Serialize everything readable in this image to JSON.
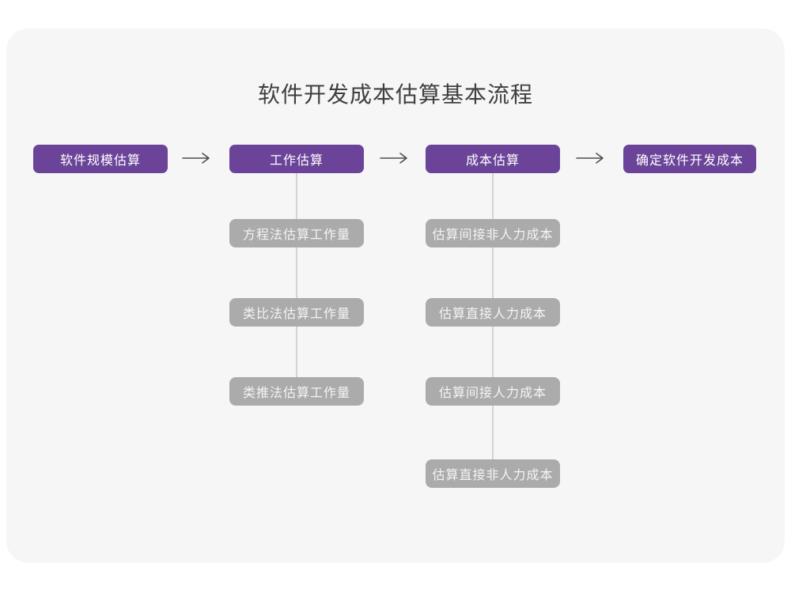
{
  "page": {
    "title": "软件开发成本估算基本流程"
  },
  "colors": {
    "page_background": "#ffffff",
    "card_background": "#f6f6f6",
    "primary_box": "#6b4499",
    "secondary_box": "#ababab",
    "connector_line": "#d4d4d4",
    "arrow": "#4d4d4d",
    "title_text": "#3f3f3f",
    "box_text": "#ffffff"
  },
  "flow": {
    "main_steps": [
      {
        "label": "软件规模估算"
      },
      {
        "label": "工作估算"
      },
      {
        "label": "成本估算"
      },
      {
        "label": "确定软件开发成本"
      }
    ],
    "work_estimation_methods": [
      {
        "label": "方程法估算工作量"
      },
      {
        "label": "类比法估算工作量"
      },
      {
        "label": "类推法估算工作量"
      }
    ],
    "cost_estimation_methods": [
      {
        "label": "估算间接非人力成本"
      },
      {
        "label": "估算直接人力成本"
      },
      {
        "label": "估算间接人力成本"
      },
      {
        "label": "估算直接非人力成本"
      }
    ]
  }
}
